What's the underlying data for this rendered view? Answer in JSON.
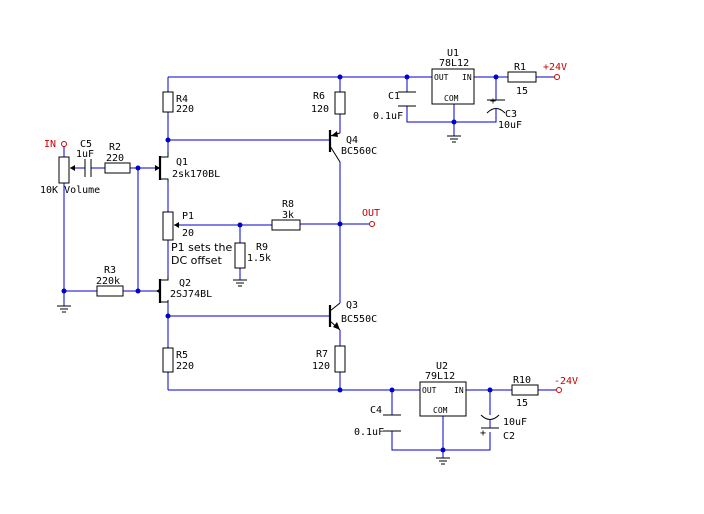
{
  "colors": {
    "background": "#ffffff",
    "paper": "#ffffff",
    "wire": "#0000cc",
    "component": "#000000",
    "io_label": "#cc0000"
  },
  "ports": {
    "in": "IN",
    "out": "OUT",
    "pos_supply": "+24V",
    "neg_supply": "-24V"
  },
  "regulators": {
    "u1": {
      "ref": "U1",
      "part": "78L12",
      "pin_out": "OUT",
      "pin_in": "IN",
      "pin_com": "COM"
    },
    "u2": {
      "ref": "U2",
      "part": "79L12",
      "pin_out": "OUT",
      "pin_in": "IN",
      "pin_com": "COM"
    }
  },
  "resistors": {
    "r1": {
      "ref": "R1",
      "value": "15"
    },
    "r2": {
      "ref": "R2",
      "value": "220"
    },
    "r3": {
      "ref": "R3",
      "value": "220k"
    },
    "r4": {
      "ref": "R4",
      "value": "220"
    },
    "r5": {
      "ref": "R5",
      "value": "220"
    },
    "r6": {
      "ref": "R6",
      "value": "120"
    },
    "r7": {
      "ref": "R7",
      "value": "120"
    },
    "r8": {
      "ref": "R8",
      "value": "3k"
    },
    "r9": {
      "ref": "R9",
      "value": "1.5k"
    },
    "r10": {
      "ref": "R10",
      "value": "15"
    }
  },
  "capacitors": {
    "c1": {
      "ref": "C1",
      "value": "0.1uF"
    },
    "c2": {
      "ref": "C2",
      "value": "10uF"
    },
    "c3": {
      "ref": "C3",
      "value": "10uF"
    },
    "c4": {
      "ref": "C4",
      "value": "0.1uF"
    },
    "c5": {
      "ref": "C5",
      "value": "1uF"
    }
  },
  "transistors": {
    "q1": {
      "ref": "Q1",
      "part": "2sk170BL"
    },
    "q2": {
      "ref": "Q2",
      "part": "2SJ74BL"
    },
    "q3": {
      "ref": "Q3",
      "part": "BC550C"
    },
    "q4": {
      "ref": "Q4",
      "part": "BC560C"
    }
  },
  "pots": {
    "volume": {
      "label": "10K Volume"
    },
    "p1": {
      "ref": "P1",
      "value": "20"
    }
  },
  "notes": {
    "p1_line1": "P1 sets the",
    "p1_line2": "DC offset"
  },
  "symbols": {
    "plus_c3": "+",
    "plus_c2": "+"
  }
}
